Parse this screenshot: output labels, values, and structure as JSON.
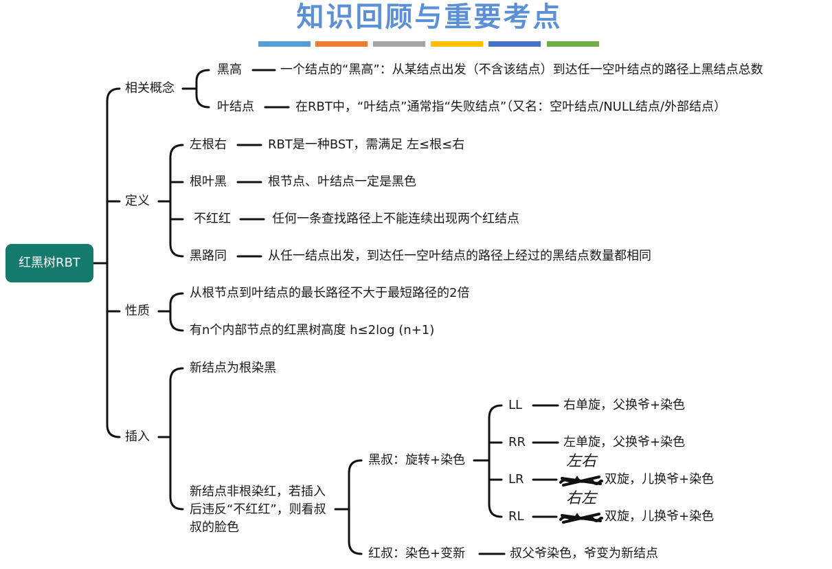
{
  "title": "知识回顾与重要考点",
  "title_bar_colors": [
    "#5b9bd5",
    "#ed7d31",
    "#a5a5a5",
    "#ffc000",
    "#4472c4",
    "#70ad47"
  ],
  "line_color": "#111111",
  "root": "红黑树RBT",
  "concepts": {
    "label": "相关概念",
    "black_height": {
      "term": "黑高",
      "desc": "一个结点的“黑高”：从某结点出发（不含该结点）到达任一空叶结点的路径上黑结点总数"
    },
    "leaf": {
      "term": "叶结点",
      "desc": "在RBT中，“叶结点”通常指“失败结点”（又名：空叶结点/NULL结点/外部结点）"
    }
  },
  "definition": {
    "label": "定义",
    "rule1": {
      "term": "左根右",
      "desc": "RBT是一种BST，需满足 左≤根≤右"
    },
    "rule2": {
      "term": "根叶黑",
      "desc": "根节点、叶结点一定是黑色"
    },
    "rule3": {
      "term": "不红红",
      "desc": "任何一条查找路径上不能连续出现两个红结点"
    },
    "rule4": {
      "term": "黑路同",
      "desc": "从任一结点出发，到达任一空叶结点的路径上经过的黑结点数量都相同"
    }
  },
  "properties": {
    "label": "性质",
    "p1": "从根节点到叶结点的最长路径不大于最短路径的2倍",
    "p2": "有n个内部节点的红黑树高度 h≤2log (n+1)"
  },
  "insert": {
    "label": "插入",
    "root_case": "新结点为根染黑",
    "nonroot_case": "新结点非根染红，若插入后违反“不红红”，则看叔叔的脸色",
    "black_uncle": {
      "label": "黑叔：旋转+染色",
      "ll": {
        "term": "LL",
        "desc": "右单旋，父换爷+染色"
      },
      "rr": {
        "term": "RR",
        "desc": "左单旋，父换爷+染色"
      },
      "lr": {
        "term": "LR",
        "note": "左右",
        "desc": "双旋，儿换爷+染色"
      },
      "rl": {
        "term": "RL",
        "note": "右左",
        "desc": "双旋，儿换爷+染色"
      }
    },
    "red_uncle": {
      "label": "红叔：染色+变新",
      "desc": "叔父爷染色，爷变为新结点"
    }
  }
}
